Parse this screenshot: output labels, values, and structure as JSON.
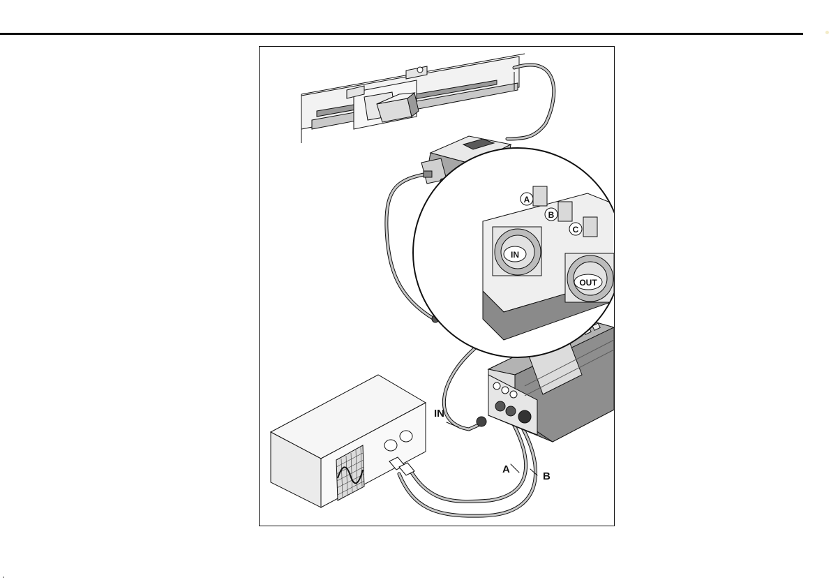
{
  "labels": {
    "in_cable": "IN",
    "cable_a": "A",
    "cable_b": "B",
    "inset_a": "A",
    "inset_b": "B",
    "inset_c": "C",
    "inset_in": "IN",
    "inset_out": "OUT"
  },
  "icons": {
    "scale": "linear-scale-icon",
    "connector": "sub-d-connector-icon",
    "coupling": "coupling-icon",
    "unit": "interface-unit-icon",
    "scope": "oscilloscope-icon",
    "detail": "magnified-detail-icon"
  },
  "colors": {
    "line": "#111111",
    "cable": "#b8b8b8",
    "body_dark": "#8a8a8a",
    "body_light": "#d6d6d6"
  }
}
